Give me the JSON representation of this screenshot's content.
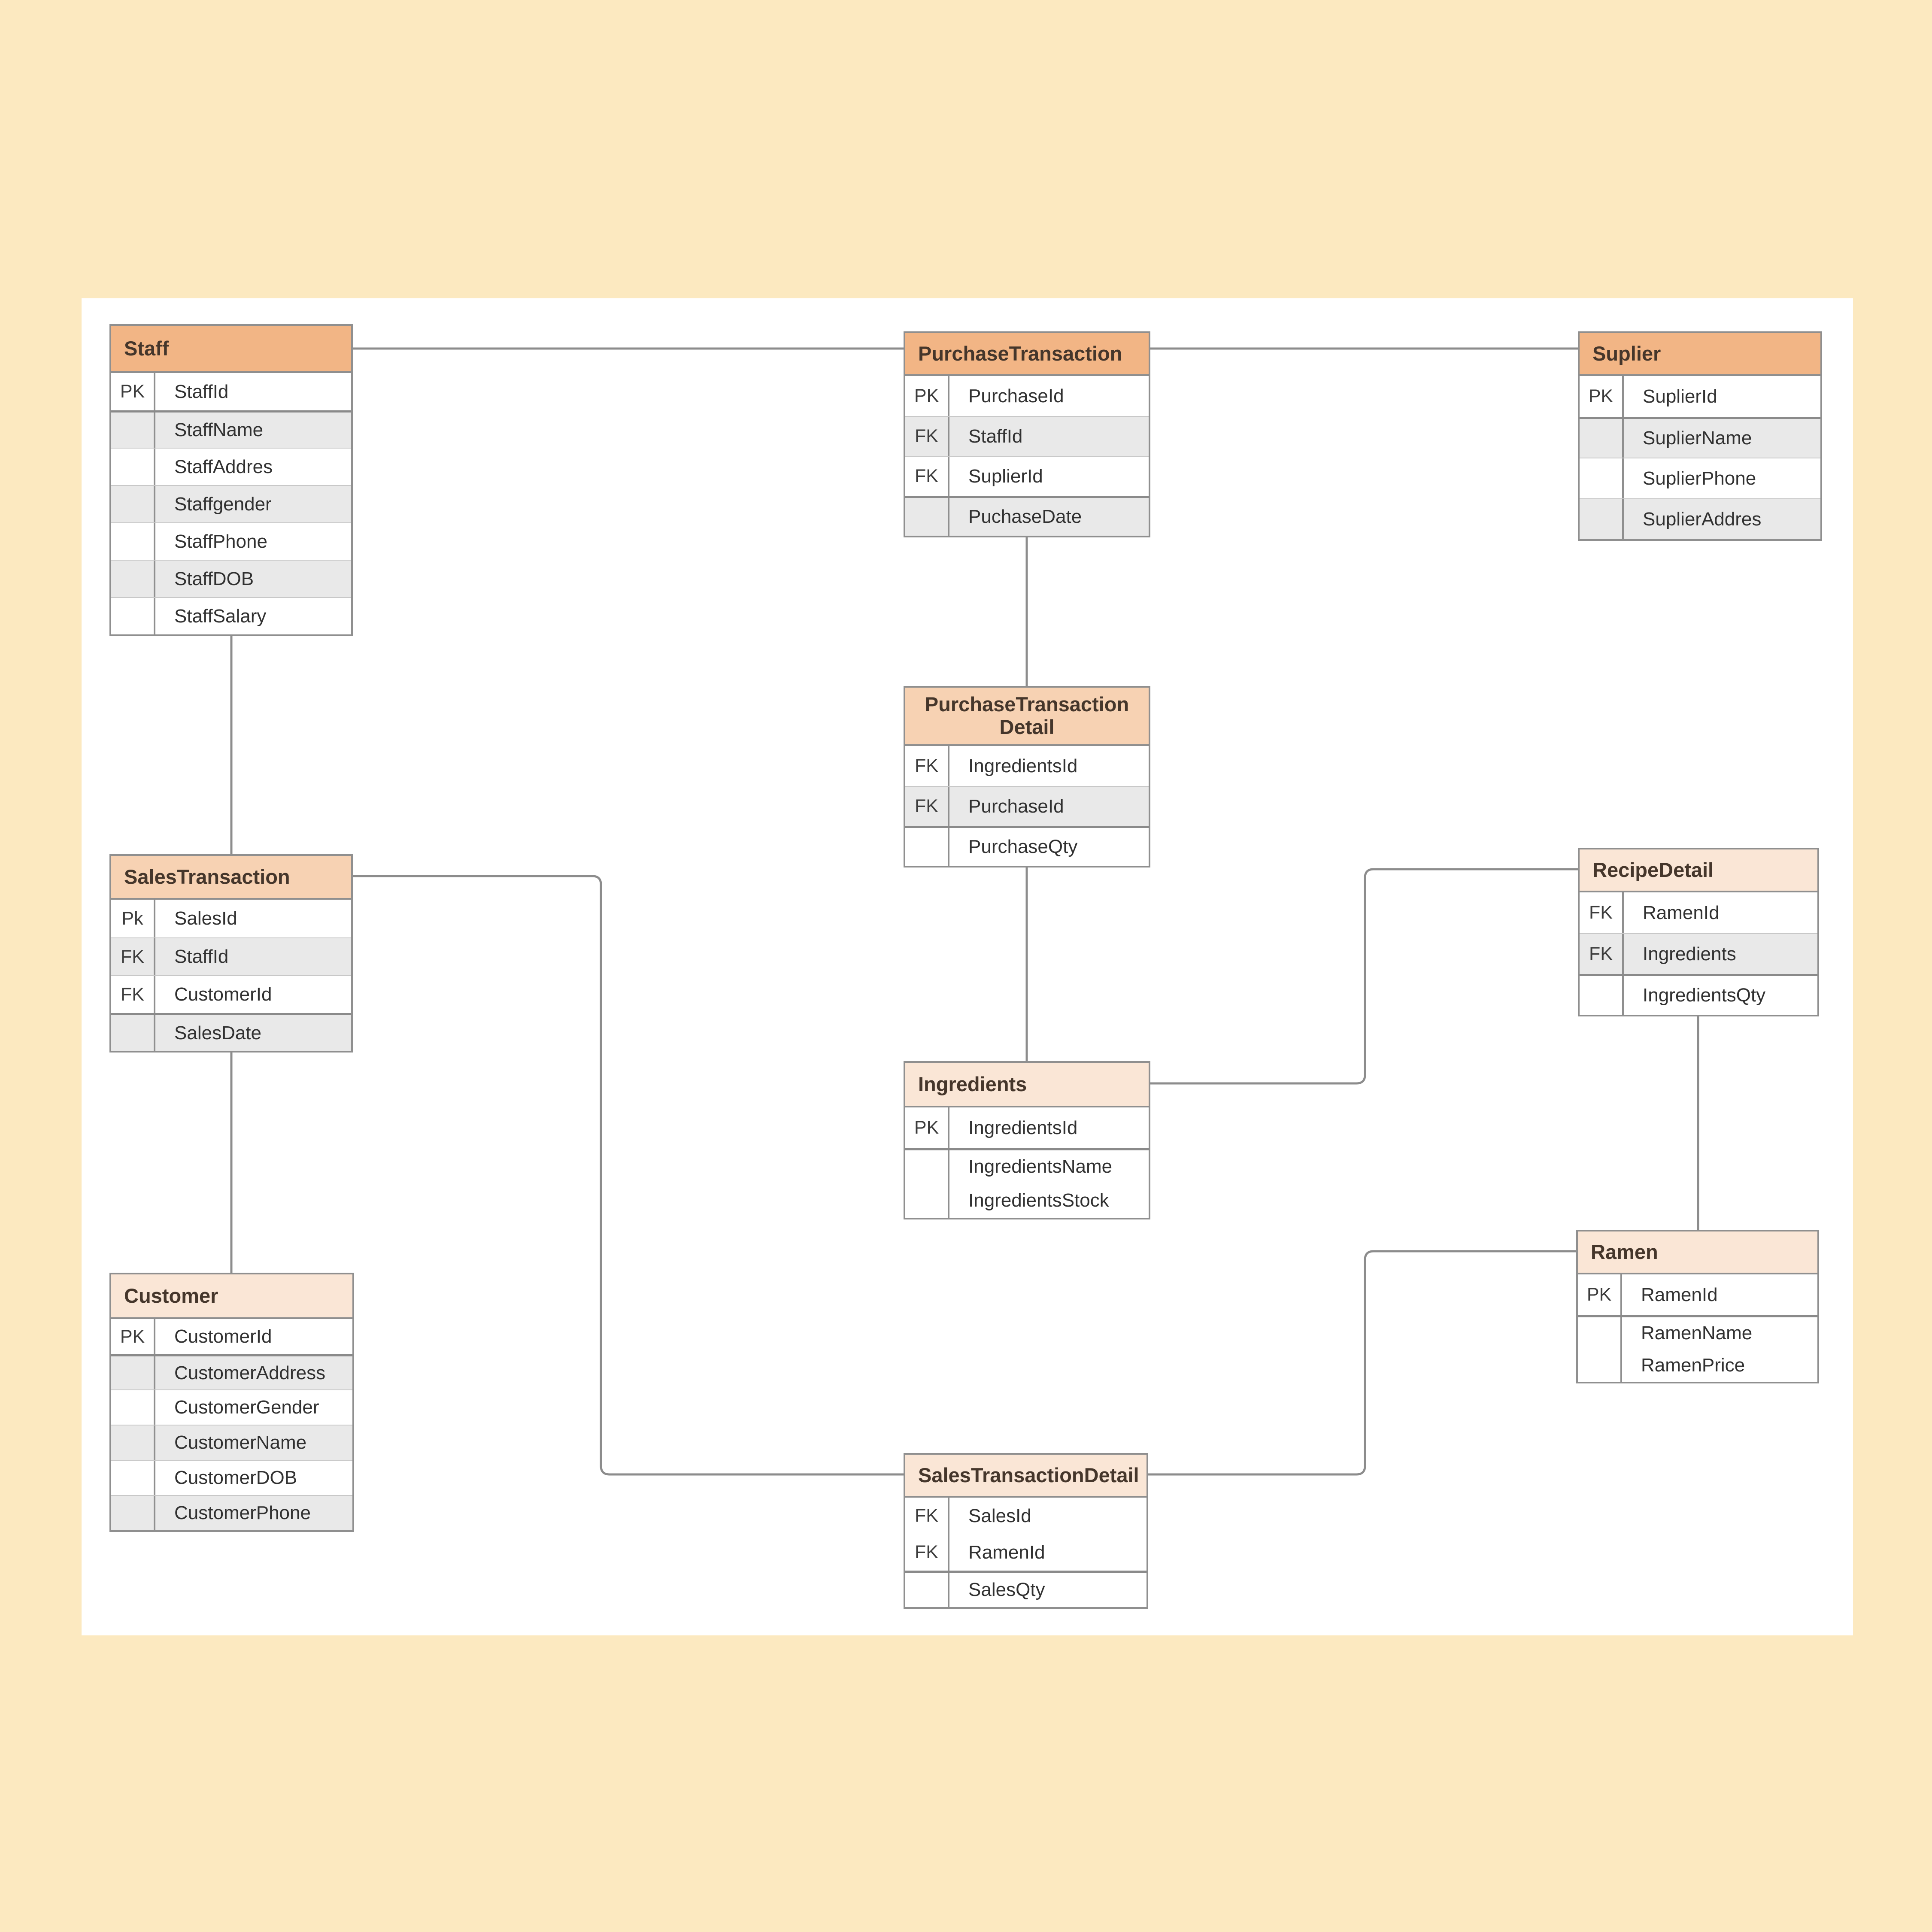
{
  "diagram": {
    "background_color": "#FCE9C0",
    "canvas_color": "#FFFFFF",
    "line_color": "#8C8C8C",
    "row_alt_color": "#E9E9E9",
    "border_color": "#8F8F8F",
    "header_tones": {
      "dark": "#F2B585",
      "medium": "#F7D2B3",
      "light": "#FAE6D6"
    }
  },
  "entities": [
    {
      "id": "staff",
      "name": "Staff",
      "tone": "dark",
      "fields": [
        {
          "key": "PK",
          "name": "StaffId",
          "shade": "white",
          "divider": "first"
        },
        {
          "key": "",
          "name": "StaffName",
          "shade": "gray",
          "divider": "strong"
        },
        {
          "key": "",
          "name": "StaffAddres",
          "shade": "white",
          "divider": "normal"
        },
        {
          "key": "",
          "name": "Staffgender",
          "shade": "gray",
          "divider": "normal"
        },
        {
          "key": "",
          "name": "StaffPhone",
          "shade": "white",
          "divider": "normal"
        },
        {
          "key": "",
          "name": "StaffDOB",
          "shade": "gray",
          "divider": "normal"
        },
        {
          "key": "",
          "name": "StaffSalary",
          "shade": "white",
          "divider": "normal"
        }
      ]
    },
    {
      "id": "purchase_transaction",
      "name": "PurchaseTransaction",
      "tone": "dark",
      "fields": [
        {
          "key": "PK",
          "name": "PurchaseId",
          "shade": "white",
          "divider": "first"
        },
        {
          "key": "FK",
          "name": "StaffId",
          "shade": "gray",
          "divider": "normal"
        },
        {
          "key": "FK",
          "name": "SuplierId",
          "shade": "white",
          "divider": "normal"
        },
        {
          "key": "",
          "name": "PuchaseDate",
          "shade": "gray",
          "divider": "strong"
        }
      ]
    },
    {
      "id": "suplier",
      "name": "Suplier",
      "tone": "dark",
      "fields": [
        {
          "key": "PK",
          "name": "SuplierId",
          "shade": "white",
          "divider": "first"
        },
        {
          "key": "",
          "name": "SuplierName",
          "shade": "gray",
          "divider": "strong"
        },
        {
          "key": "",
          "name": "SuplierPhone",
          "shade": "white",
          "divider": "normal"
        },
        {
          "key": "",
          "name": "SuplierAddres",
          "shade": "gray",
          "divider": "normal"
        }
      ]
    },
    {
      "id": "purchase_transaction_detail",
      "name": "PurchaseTransaction Detail",
      "tone": "medium",
      "header_align": "center",
      "fields": [
        {
          "key": "FK",
          "name": "IngredientsId",
          "shade": "white",
          "divider": "first"
        },
        {
          "key": "FK",
          "name": "PurchaseId",
          "shade": "gray",
          "divider": "normal"
        },
        {
          "key": "",
          "name": "PurchaseQty",
          "shade": "white",
          "divider": "strong"
        }
      ]
    },
    {
      "id": "sales_transaction",
      "name": "SalesTransaction",
      "tone": "medium",
      "fields": [
        {
          "key": "Pk",
          "name": "SalesId",
          "shade": "white",
          "divider": "first"
        },
        {
          "key": "FK",
          "name": "StaffId",
          "shade": "gray",
          "divider": "normal"
        },
        {
          "key": "FK",
          "name": "CustomerId",
          "shade": "white",
          "divider": "normal"
        },
        {
          "key": "",
          "name": "SalesDate",
          "shade": "gray",
          "divider": "strong"
        }
      ]
    },
    {
      "id": "recipe_detail",
      "name": "RecipeDetail",
      "tone": "light",
      "fields": [
        {
          "key": "FK",
          "name": "RamenId",
          "shade": "white",
          "divider": "first"
        },
        {
          "key": "FK",
          "name": "Ingredients",
          "shade": "gray",
          "divider": "normal"
        },
        {
          "key": "",
          "name": "IngredientsQty",
          "shade": "white",
          "divider": "strong"
        }
      ]
    },
    {
      "id": "ingredients",
      "name": "Ingredients",
      "tone": "light",
      "fields": [
        {
          "key": "PK",
          "name": "IngredientsId",
          "shade": "white",
          "divider": "first"
        },
        {
          "key": "",
          "name": "IngredientsName",
          "shade": "white",
          "divider": "strong"
        },
        {
          "key": "",
          "name": "IngredientsStock",
          "shade": "white",
          "divider": "none"
        }
      ]
    },
    {
      "id": "ramen",
      "name": "Ramen",
      "tone": "light",
      "fields": [
        {
          "key": "PK",
          "name": "RamenId",
          "shade": "white",
          "divider": "first"
        },
        {
          "key": "",
          "name": "RamenName",
          "shade": "white",
          "divider": "strong"
        },
        {
          "key": "",
          "name": "RamenPrice",
          "shade": "white",
          "divider": "none"
        }
      ]
    },
    {
      "id": "customer",
      "name": "Customer",
      "tone": "light",
      "fields": [
        {
          "key": "PK",
          "name": "CustomerId",
          "shade": "white",
          "divider": "first"
        },
        {
          "key": "",
          "name": "CustomerAddress",
          "shade": "gray",
          "divider": "strong"
        },
        {
          "key": "",
          "name": "CustomerGender",
          "shade": "white",
          "divider": "normal"
        },
        {
          "key": "",
          "name": "CustomerName",
          "shade": "gray",
          "divider": "normal"
        },
        {
          "key": "",
          "name": "CustomerDOB",
          "shade": "white",
          "divider": "normal"
        },
        {
          "key": "",
          "name": "CustomerPhone",
          "shade": "gray",
          "divider": "normal"
        }
      ]
    },
    {
      "id": "sales_transaction_detail",
      "name": "SalesTransactionDetail",
      "tone": "light",
      "fields": [
        {
          "key": "FK",
          "name": "SalesId",
          "shade": "white",
          "divider": "first"
        },
        {
          "key": "FK",
          "name": "RamenId",
          "shade": "white",
          "divider": "none"
        },
        {
          "key": "",
          "name": "SalesQty",
          "shade": "white",
          "divider": "strong"
        }
      ]
    },
    {
      "id": "_tones",
      "name": "",
      "tone": "none",
      "fields": []
    }
  ],
  "relationships": [
    {
      "from": "Staff",
      "to": "PurchaseTransaction"
    },
    {
      "from": "PurchaseTransaction",
      "to": "Suplier"
    },
    {
      "from": "PurchaseTransaction",
      "to": "PurchaseTransactionDetail"
    },
    {
      "from": "PurchaseTransactionDetail",
      "to": "Ingredients"
    },
    {
      "from": "Staff",
      "to": "SalesTransaction"
    },
    {
      "from": "SalesTransaction",
      "to": "Customer"
    },
    {
      "from": "SalesTransaction",
      "to": "SalesTransactionDetail"
    },
    {
      "from": "Ingredients",
      "to": "RecipeDetail"
    },
    {
      "from": "RecipeDetail",
      "to": "Ramen"
    },
    {
      "from": "SalesTransactionDetail",
      "to": "Ramen"
    }
  ]
}
